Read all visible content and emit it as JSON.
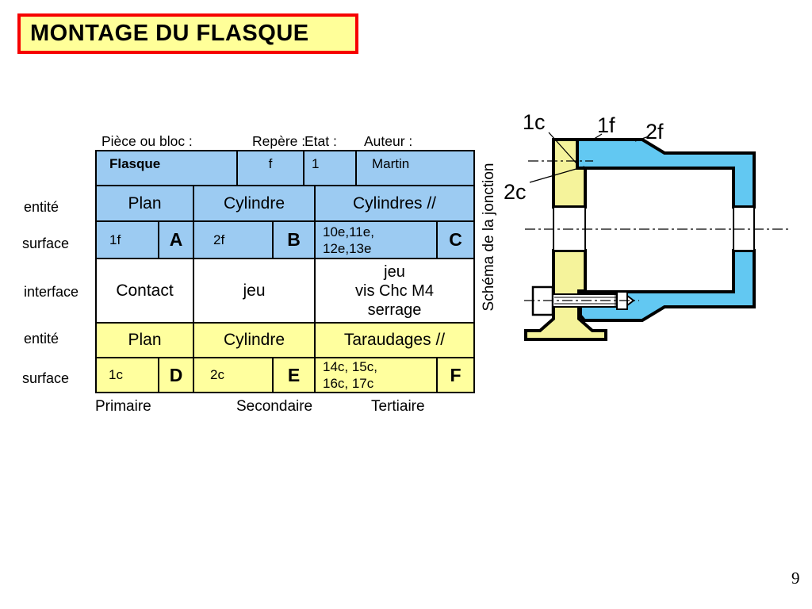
{
  "slide": {
    "title": "MONTAGE DU FLASQUE",
    "page_number": "9"
  },
  "table": {
    "header_labels": {
      "piece": "Pièce ou bloc :",
      "repere": "Repère :",
      "etat": "Etat :",
      "auteur": "Auteur :"
    },
    "id_row": {
      "piece": "Flasque",
      "repere": "f",
      "etat": "1",
      "auteur": "Martin"
    },
    "row_labels": {
      "entity_top": "entité",
      "surface_top": "surface",
      "interface": "interface",
      "entity_bottom": "entité",
      "surface_bottom": "surface"
    },
    "entity_top": [
      "Plan",
      "Cylindre",
      "Cylindres //"
    ],
    "surface_top": [
      {
        "code": "1f",
        "letter": "A"
      },
      {
        "code": "2f",
        "letter": "B"
      },
      {
        "code": "10e,11e,\n12e,13e",
        "letter": "C"
      }
    ],
    "interface_row": [
      "Contact",
      "jeu",
      "jeu\nvis Chc M4\nserrage"
    ],
    "entity_bottom": [
      "Plan",
      "Cylindre",
      "Taraudages //"
    ],
    "surface_bottom": [
      {
        "code": "1c",
        "letter": "D"
      },
      {
        "code": "2c",
        "letter": "E"
      },
      {
        "code": "14c, 15c,\n16c, 17c",
        "letter": "F"
      }
    ],
    "footer_labels": [
      "Primaire",
      "Secondaire",
      "Tertiaire"
    ]
  },
  "diagram": {
    "caption": "Schéma de la jonction",
    "labels": [
      "1c",
      "1f",
      "2f",
      "2c"
    ]
  },
  "colors": {
    "table_blue": "#9CCBF2",
    "table_yellow": "#FFFF9E",
    "diagram_blue": "#62C8F2",
    "diagram_yellow": "#F5F39B",
    "title_bg": "#FFFF99",
    "title_border": "#F60000"
  }
}
